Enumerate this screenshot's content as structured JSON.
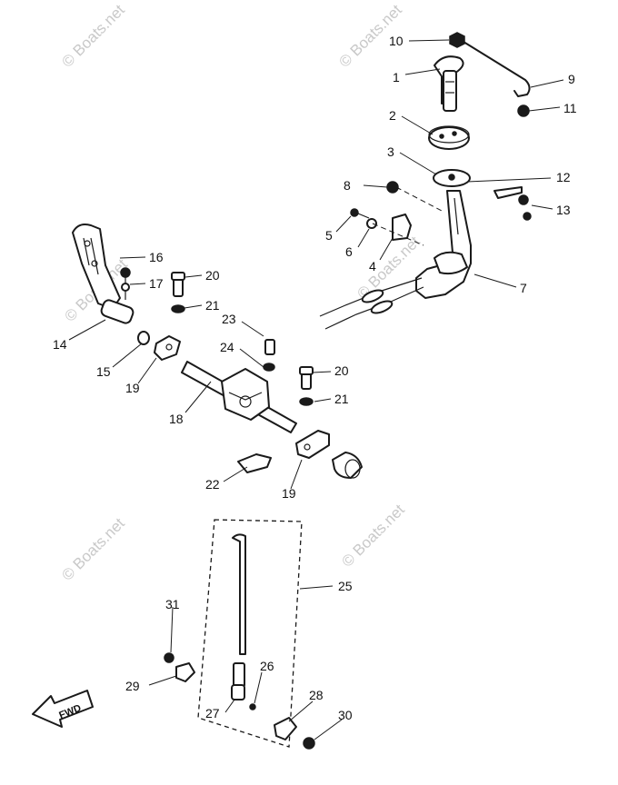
{
  "watermark": "© Boats.net",
  "fwd_label": "FWD",
  "callouts": {
    "c1": "1",
    "c2": "2",
    "c3": "3",
    "c4": "4",
    "c5": "5",
    "c6": "6",
    "c7": "7",
    "c8": "8",
    "c9": "9",
    "c10": "10",
    "c11": "11",
    "c12": "12",
    "c13": "13",
    "c14": "14",
    "c15": "15",
    "c16": "16",
    "c17": "17",
    "c18": "18",
    "c19a": "19",
    "c19b": "19",
    "c20a": "20",
    "c20b": "20",
    "c21a": "21",
    "c21b": "21",
    "c22": "22",
    "c23": "23",
    "c24": "24",
    "c25": "25",
    "c26": "26",
    "c27": "27",
    "c28": "28",
    "c29": "29",
    "c30": "30",
    "c31": "31"
  }
}
